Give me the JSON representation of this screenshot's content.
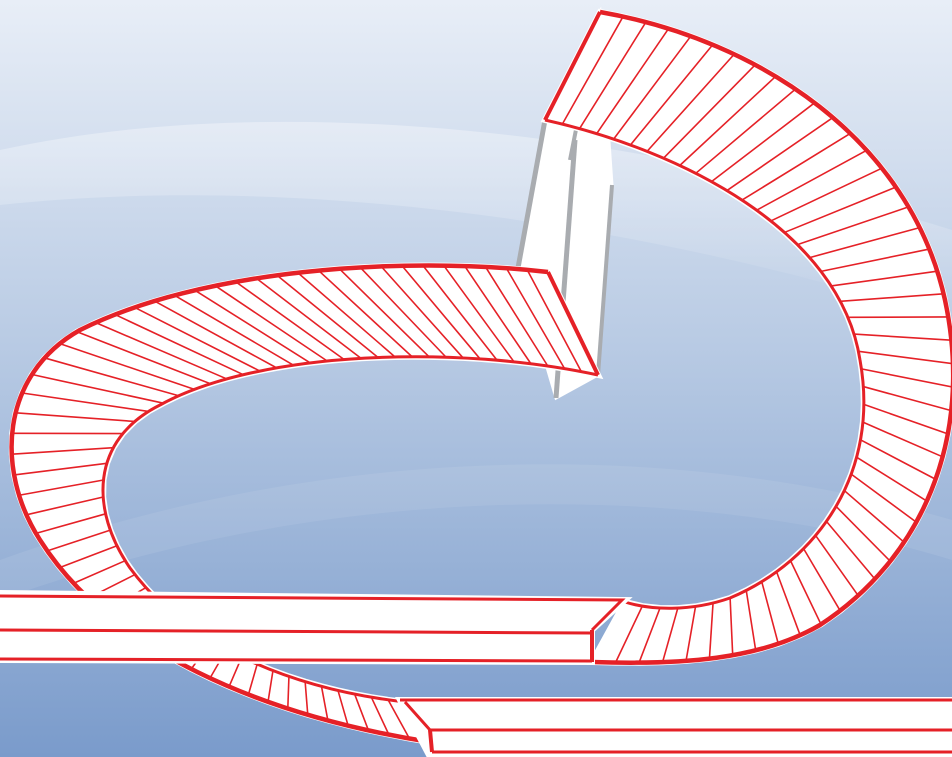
{
  "illustration": {
    "subject": "",
    "colors": {
      "sky_top": "#e6edf6",
      "sky_bottom": "#7d9ecd",
      "track_fill": "#ffffff",
      "track_edge": "#e52127",
      "support_post": "#a9acb0",
      "outline": "#ffffff"
    },
    "components": [
      {
        "name": "upper-loop-ramp"
      },
      {
        "name": "lower-loop-ramp"
      },
      {
        "name": "support-column"
      },
      {
        "name": "straight-track-middle"
      },
      {
        "name": "straight-track-bottom"
      }
    ]
  }
}
